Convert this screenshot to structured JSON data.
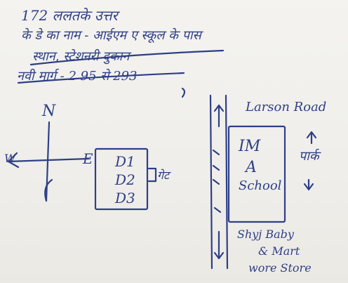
{
  "note": {
    "lines": [
      "172 ललतके उत्तर",
      "के डे का नाम - आईएम ए स्कूल के पास",
      "स्थान, स्टेशनरी दुकान",
      "नवी मार्ग - 2 95 से 293"
    ],
    "compass": {
      "north": "N",
      "east": "E",
      "west": "W"
    },
    "box_left": {
      "items": [
        "D1",
        "D2",
        "D3"
      ],
      "side_label": "गेट"
    },
    "road_label": "Larson Road",
    "school": [
      "IM",
      "A",
      "School"
    ],
    "side_note": "पार्क",
    "bottom_label_lines": [
      "Shyj Baby",
      "& Mart",
      "wore Store"
    ]
  }
}
